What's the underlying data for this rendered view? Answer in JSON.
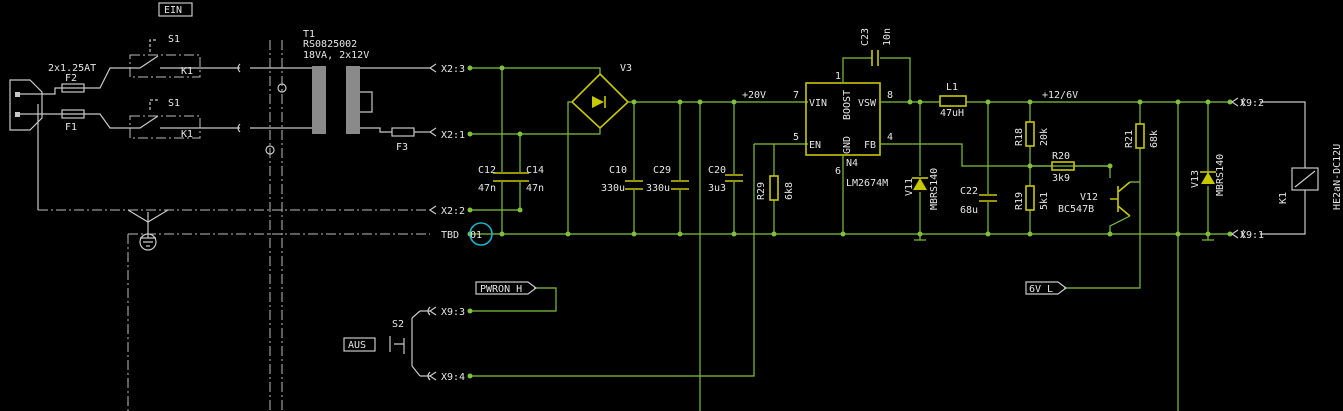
{
  "labels": {
    "ein": "EIN",
    "aus": "AUS",
    "s1_top": "S1",
    "s1_bot": "S1",
    "s2": "S2",
    "k1_top": "K1",
    "k1_bot": "K1",
    "k1_relay": "K1",
    "fuse_rating": "2x1.25AT",
    "f2": "F2",
    "f1": "F1",
    "f3": "F3",
    "t1": "T1",
    "t1_part": "RS0825002",
    "t1_spec": "18VA, 2x12V",
    "x2_3": "X2:3",
    "x2_1": "X2:1",
    "x2_2": "X2:2",
    "tbd": "TBD",
    "o1": "O1",
    "x9_3": "X9:3",
    "x9_4": "X9:4",
    "x9_2": "X9:2",
    "x9_1": "X9:1",
    "v3": "V3",
    "c12": "C12",
    "c12_val": "47n",
    "c14": "C14",
    "c14_val": "47n",
    "c10": "C10",
    "c10_val": "330u",
    "c29": "C29",
    "c29_val": "330u",
    "c20": "C20",
    "c20_val": "3u3",
    "net_20v": "+20V",
    "r29": "R29",
    "r29_val": "6k8",
    "c23": "C23",
    "c23_val": "10n",
    "n4": "N4",
    "n4_part": "LM2674M",
    "pin_vin": "VIN",
    "pin_boost": "BOOST",
    "pin_vsw": "VSW",
    "pin_en": "EN",
    "pin_gnd": "GND",
    "pin_fb": "FB",
    "p1": "1",
    "p7": "7",
    "p8": "8",
    "p5": "5",
    "p6": "6",
    "p4": "4",
    "l1": "L1",
    "l1_val": "47uH",
    "net_12v": "+12/6V",
    "v11": "V11",
    "v11_part": "MBRS140",
    "c22": "C22",
    "c22_val": "68u",
    "r18": "R18",
    "r18_val": "20k",
    "r19": "R19",
    "r19_val": "5k1",
    "r20": "R20",
    "r20_val": "3k9",
    "r21": "R21",
    "r21_val": "68k",
    "v12": "V12",
    "v12_part": "BC547B",
    "v13": "V13",
    "v13_part": "MBRS140",
    "relay_part": "HE2aN-DC12U",
    "pwron": "PWRON_H",
    "sig_6v": "6V_L"
  },
  "colors": {
    "background": "#000000",
    "wire": "#7fc23a",
    "component": "#c8c800",
    "line_grey": "#c8c8c8",
    "text": "#e6e6e6",
    "highlight": "#19b4c8"
  }
}
